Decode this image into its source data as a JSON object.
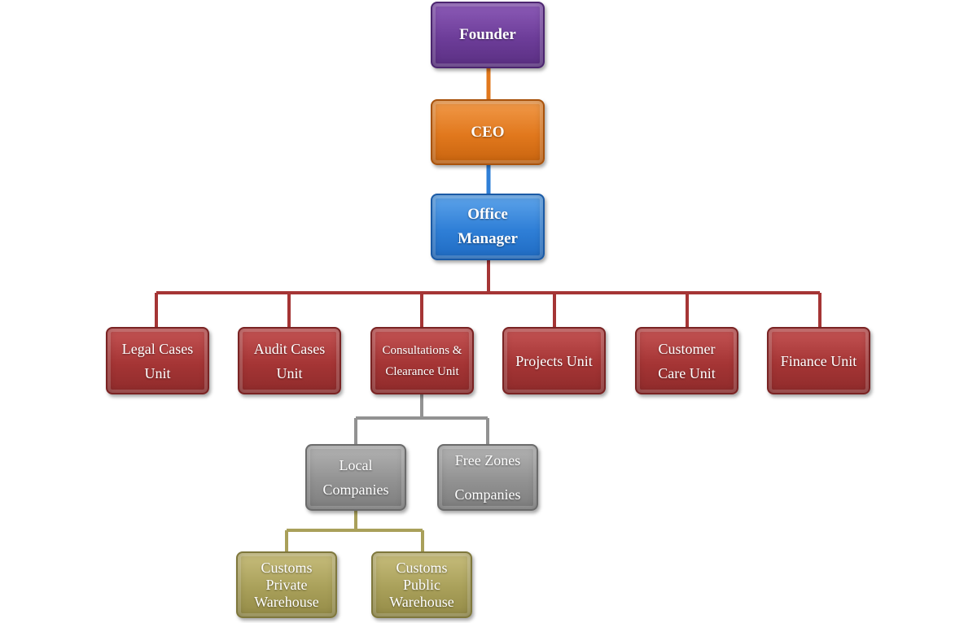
{
  "founder": {
    "label": "Founder"
  },
  "ceo": {
    "label": "CEO"
  },
  "office_manager": {
    "line1": "Office",
    "line2": "Manager"
  },
  "units": {
    "legal": {
      "line1": "Legal Cases",
      "line2": "Unit"
    },
    "audit": {
      "line1": "Audit Cases",
      "line2": "Unit"
    },
    "consultations": {
      "line1": "Consultations &",
      "line2": "Clearance Unit"
    },
    "projects": {
      "label": "Projects Unit"
    },
    "customer_care": {
      "line1": "Customer",
      "line2": "Care Unit"
    },
    "finance": {
      "label": "Finance Unit"
    }
  },
  "companies": {
    "local": {
      "line1": "Local",
      "line2": "Companies"
    },
    "free_zones": {
      "line1": "Free Zones",
      "line2": "Companies"
    }
  },
  "warehouses": {
    "private": {
      "line1": "Customs",
      "line2": "Private",
      "line3": "Warehouse"
    },
    "public": {
      "line1": "Customs",
      "line2": "Public",
      "line3": "Warehouse"
    }
  },
  "colors": {
    "founder": "#6d3d99",
    "ceo": "#e1781d",
    "office_manager": "#2f7fd7",
    "units": "#a53535",
    "companies": "#929292",
    "warehouses": "#a9a05a"
  }
}
